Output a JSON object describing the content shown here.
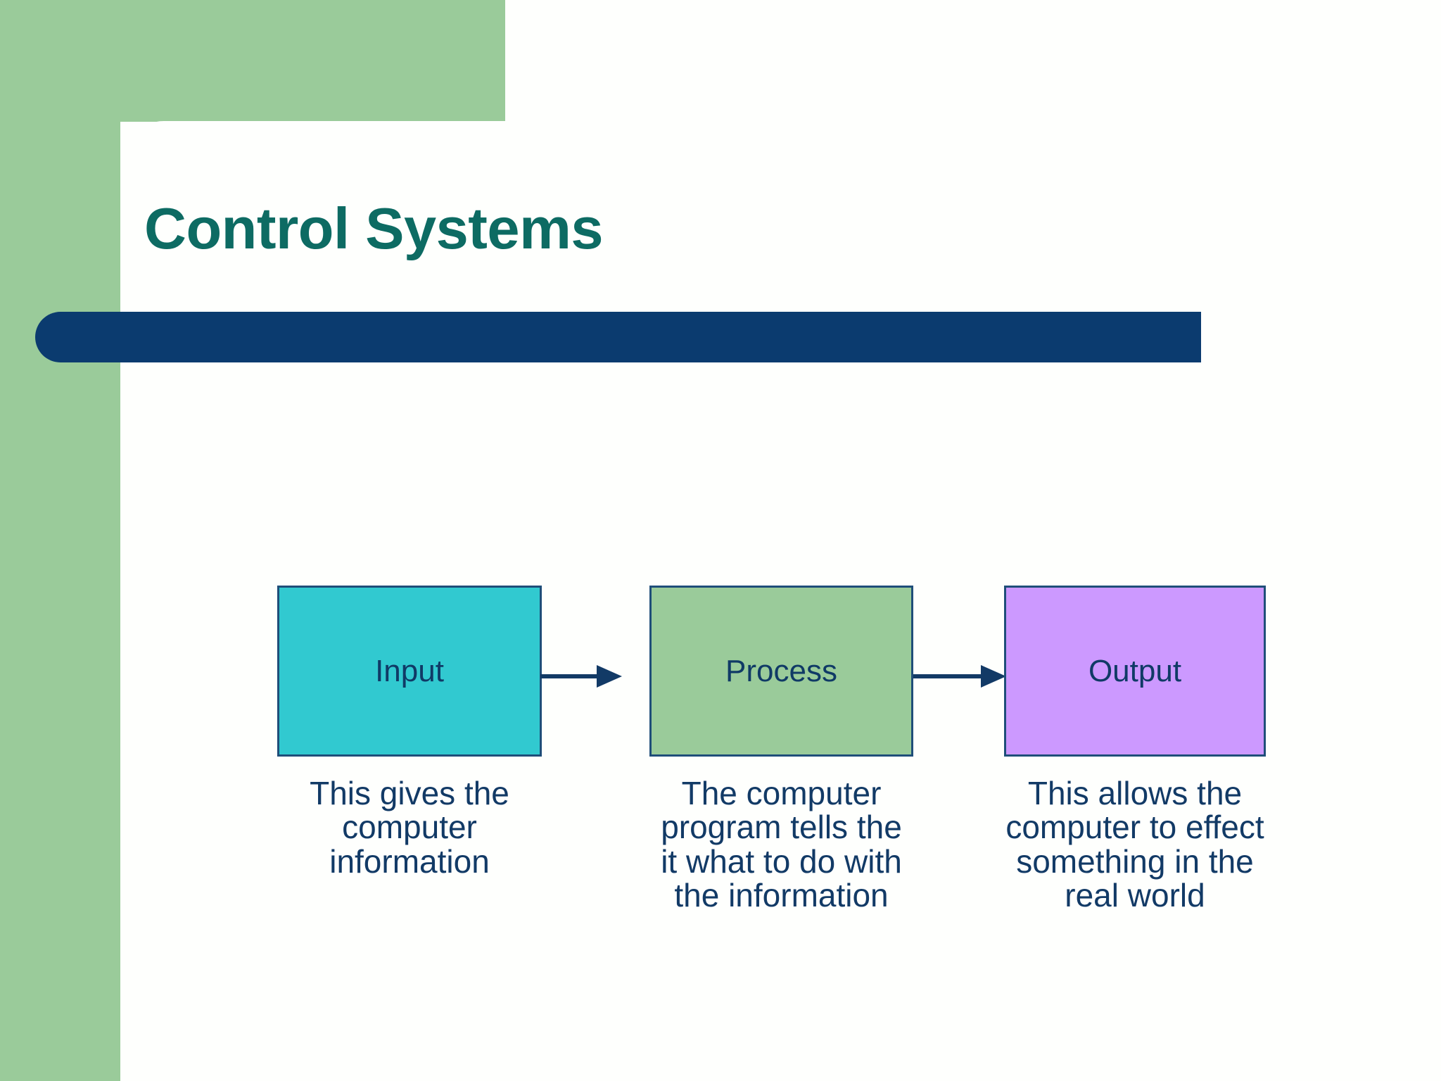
{
  "slide": {
    "title": "Control Systems",
    "theme": {
      "title_color": "#0D6B63",
      "accent_bar_color": "#0B3B6F",
      "sidebar_green": "#9ACB9A",
      "text_navy": "#123A66",
      "background": "#FEFFFD"
    }
  },
  "diagram": {
    "type": "flow",
    "arrow_icon_name": "arrow-right-icon",
    "nodes": [
      {
        "id": "input",
        "label": "Input",
        "caption": "This gives the computer information",
        "fill": "#31C9D0",
        "border": "#1F4E79"
      },
      {
        "id": "process",
        "label": "Process",
        "caption": "The computer program tells the it what to do with the information",
        "fill": "#9ACB9A",
        "border": "#1F4E79"
      },
      {
        "id": "output",
        "label": "Output",
        "caption": "This allows the computer to effect something in the real world",
        "fill": "#CC99FF",
        "border": "#1F4E79"
      }
    ],
    "edges": [
      {
        "from": "input",
        "to": "process"
      },
      {
        "from": "process",
        "to": "output"
      }
    ]
  }
}
